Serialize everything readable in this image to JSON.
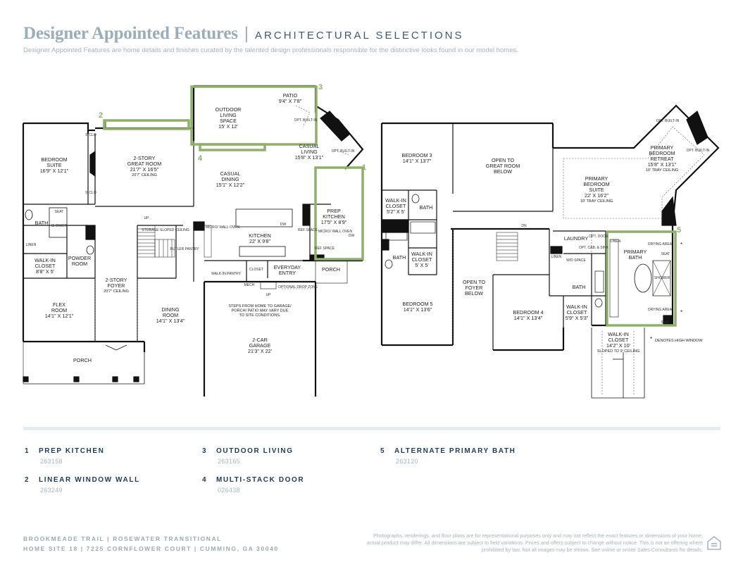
{
  "header": {
    "title": "Designer Appointed Features",
    "separator": "|",
    "subtitle": "ARCHITECTURAL SELECTIONS",
    "intro": "Designer Appointed Features are home details and finishes curated by the talented design professionals responsible for the distinctive looks found in our model homes."
  },
  "colors": {
    "title": "#9aaeb8",
    "subtitle": "#3d5a73",
    "highlight": "#8fb06c",
    "wall": "#111111",
    "feature_text": "#1f3b57"
  },
  "plan_first": {
    "markers": [
      "1",
      "2",
      "3",
      "4"
    ],
    "rooms": {
      "patio": [
        "PATIO",
        "9'4\" X 7'8\""
      ],
      "outdoor": [
        "OUTDOOR",
        "LIVING",
        "SPACE",
        "15' X 12'"
      ],
      "bedroom_suite": [
        "BEDROOM",
        "SUITE",
        "16'9\" X 12'1\""
      ],
      "great_room": [
        "2-STORY",
        "GREAT ROOM",
        "21'7\" X 16'5\"",
        "20'7\" CEILING"
      ],
      "casual_dining": [
        "CASUAL",
        "DINING",
        "15'1\" X 12'2\""
      ],
      "casual_living": [
        "CASUAL",
        "LIVING",
        "15'8\" X 13'1\""
      ],
      "prep_kitchen": [
        "PREP",
        "KITCHEN",
        "17'5\" X 8'9\""
      ],
      "kitchen": [
        "KITCHEN",
        "22' X 9'8\""
      ],
      "bath": [
        "BATH"
      ],
      "walkin": [
        "WALK-IN",
        "CLOSET",
        "8'8\" X 5'"
      ],
      "powder": [
        "POWDER",
        "ROOM"
      ],
      "foyer": [
        "2-STORY",
        "FOYER",
        "20'7\" CEILING"
      ],
      "flex": [
        "FLEX",
        "ROOM",
        "14'1\" X 12'1\""
      ],
      "dining": [
        "DINING",
        "ROOM",
        "14'1\" X 13'4\""
      ],
      "everyday": [
        "EVERYDAY",
        "ENTRY"
      ],
      "porch_side": [
        "PORCH"
      ],
      "garage": [
        "2-CAR",
        "GARAGE",
        "21'3\" X 22'"
      ],
      "porch_front": [
        "PORCH"
      ]
    },
    "labels": {
      "clo": "9' CLO",
      "seat": "SEAT",
      "shower": "SHOWER",
      "linen": "LINEN",
      "storage": "STORAGE SLOPED CEILING",
      "butler": "BUTLER PANTRY",
      "micro": "MICRO/ WALL OVEN",
      "dw": "DW",
      "ref": "REF SPACE",
      "walkin_pantry": "WALK-IN PANTRY",
      "closet": "CLOSET",
      "mech": "MECH",
      "up": "UP",
      "drop_zone": "OPTIONAL DROP ZONE",
      "opt_builtin": "OPT. BUILT-IN",
      "steps_note": [
        "STEPS FROM HOME TO GARAGE/",
        "PORCH/ PATIO MAY VARY DUE",
        "TO SITE CONDITIONS."
      ]
    }
  },
  "plan_second": {
    "markers": [
      "5"
    ],
    "rooms": {
      "bedroom3": [
        "BEDROOM 3",
        "14'1\" X 13'7\""
      ],
      "open_great": [
        "OPEN TO",
        "GREAT ROOM",
        "BELOW"
      ],
      "retreat": [
        "PRIMARY",
        "BEDROOM",
        "RETREAT",
        "15'8\" X 13'1\"",
        "10' TRAY CEILING"
      ],
      "primary_suite": [
        "PRIMARY",
        "BEDROOM",
        "SUITE",
        "22' X 16'2\"",
        "10' TRAY CEILING"
      ],
      "walkin5": [
        "WALK-IN",
        "CLOSET",
        "5'2\" X 5'"
      ],
      "bath_top": [
        "BATH"
      ],
      "laundry": [
        "LAUNDRY"
      ],
      "primary_bath": [
        "PRIMARY",
        "BATH"
      ],
      "bath_left": [
        "BATH"
      ],
      "walkin_55": [
        "WALK-IN",
        "CLOSET",
        "5' X 5'"
      ],
      "open_foyer": [
        "OPEN TO",
        "FOYER",
        "BELOW"
      ],
      "bath_mid": [
        "BATH"
      ],
      "bedroom5": [
        "BEDROOM 5",
        "14'1\" X 13'6\""
      ],
      "bedroom4": [
        "BEDROOM 4",
        "14'1\" X 13'4\""
      ],
      "walkin_59": [
        "WALK-IN",
        "CLOSET",
        "5'9\" X 5'3\""
      ],
      "walkin_primary": [
        "WALK-IN",
        "CLOSET",
        "14'2\" X 10'",
        "SLOPED TO 9' CEILING"
      ]
    },
    "labels": {
      "dn": "DN",
      "linen": "LINEN",
      "wd": "W/D SPACE",
      "opt_door": "OPT. DOOR",
      "opt_cab": "OPT. CAB. & SINK",
      "drying": "DRYING AREA",
      "seat": "SEAT",
      "shower": "SHOWER",
      "opt_builtin": "OPT. BUILT-IN",
      "star": "*",
      "high_window": "DENOTES HIGH WINDOW"
    }
  },
  "features": [
    {
      "num": "1",
      "name": "PREP KITCHEN",
      "code": "263158"
    },
    {
      "num": "2",
      "name": "LINEAR WINDOW WALL",
      "code": "263249"
    },
    {
      "num": "3",
      "name": "OUTDOOR LIVING",
      "code": "263165"
    },
    {
      "num": "4",
      "name": "MULTI-STACK DOOR",
      "code": "026438"
    },
    {
      "num": "5",
      "name": "ALTERNATE PRIMARY BATH",
      "code": "263120"
    }
  ],
  "footer": {
    "community": "BROOKMEADE TRAIL | ROSEWATER TRANSITIONAL",
    "address": "HOME SITE 18 | 7225 CORNFLOWER COURT | CUMMING, GA 30040",
    "disclaimer": "Photographs, renderings, and floor plans are for representational purposes only and may not reflect the exact features or dimensions of your home; actual product may differ. All dimensions are subject to field variations. Prices and offers subject to change without notice. This is not an offering where prohibited by law. Not all images may be shown. See online or onsite Sales Consultants for details."
  }
}
